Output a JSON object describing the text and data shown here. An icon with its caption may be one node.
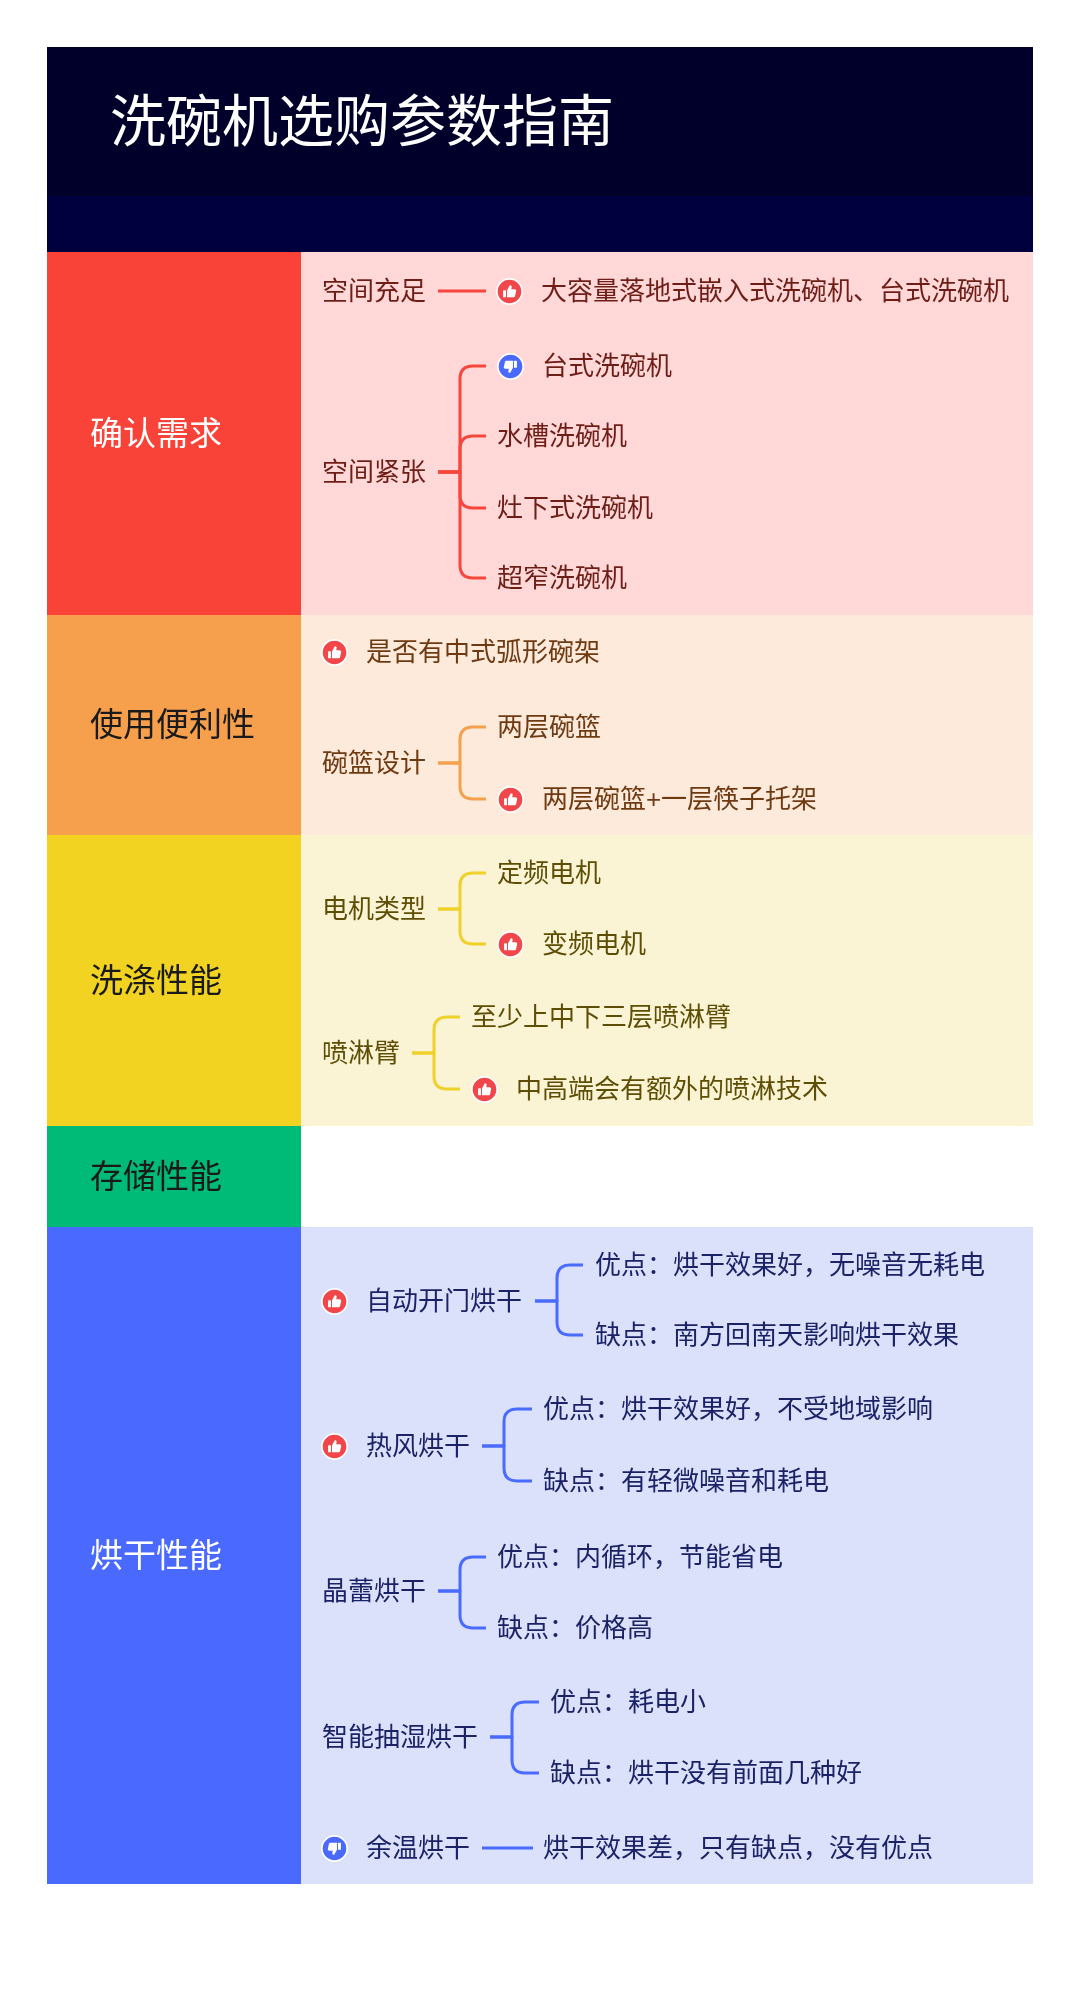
{
  "diagram": {
    "title": "洗碗机选购参数指南",
    "nodes": [
      {
        "text": [
          "确认需求"
        ]
      },
      {
        "text": [
          "空间充足"
        ],
        "in": 0
      },
      {
        "text": [
          "大容量落地式嵌入式洗碗机、台式洗碗机"
        ],
        "in": 0
      },
      {
        "text": [
          "空间紧张"
        ],
        "in": 0
      },
      {
        "text": [
          "台式洗碗机"
        ],
        "in": 0
      },
      {
        "text": [
          "水槽洗碗机"
        ],
        "in": 0
      },
      {
        "text": [
          "灶下式洗碗机"
        ],
        "in": 0
      },
      {
        "text": [
          "超窄洗碗机"
        ],
        "in": 0
      },
      {
        "text": [
          "使用便利性"
        ]
      },
      {
        "text": [
          "是否有中式弧形碗架"
        ],
        "in": 8
      },
      {
        "text": [
          "碗篮设计"
        ],
        "in": 8
      },
      {
        "text": [
          "两层碗篮"
        ],
        "in": 8
      },
      {
        "text": [
          "两层碗篮+一层筷子托架"
        ],
        "in": 8
      },
      {
        "text": [
          "洗涤性能"
        ]
      },
      {
        "text": [
          "电机类型"
        ],
        "in": 13
      },
      {
        "text": [
          "定频电机"
        ],
        "in": 13
      },
      {
        "text": [
          "变频电机"
        ],
        "in": 13
      },
      {
        "text": [
          "喷淋臂"
        ],
        "in": 13
      },
      {
        "text": [
          "至少上中下三层喷淋臂"
        ],
        "in": 13
      },
      {
        "text": [
          "中高端会有额外的喷淋技术"
        ],
        "in": 13
      },
      {
        "text": [
          "存储性能"
        ]
      },
      {
        "text": [
          "烘干性能"
        ]
      },
      {
        "text": [
          "自动开门烘干"
        ],
        "in": 21
      },
      {
        "text": [
          "优点：烘干效果好，无噪音无耗电"
        ],
        "in": 21
      },
      {
        "text": [
          "缺点：南方回南天影响烘干效果"
        ],
        "in": 21
      },
      {
        "text": [
          "热风烘干"
        ],
        "in": 21
      },
      {
        "text": [
          "优点：烘干效果好，不受地域影响"
        ],
        "in": 21
      },
      {
        "text": [
          "缺点：有轻微噪音和耗电"
        ],
        "in": 21
      },
      {
        "text": [
          "晶蕾烘干"
        ],
        "in": 21
      },
      {
        "text": [
          "优点：内循环，节能省电"
        ],
        "in": 21
      },
      {
        "text": [
          "缺点：价格高"
        ],
        "in": 21
      },
      {
        "text": [
          "智能抽湿烘干"
        ],
        "in": 21
      },
      {
        "text": [
          "优点：耗电小"
        ],
        "in": 21
      },
      {
        "text": [
          "缺点：烘干没有前面几种好"
        ],
        "in": 21
      },
      {
        "text": [
          "余温烘干"
        ],
        "in": 21
      },
      {
        "text": [
          "烘干效果差，只有缺点，没有优点"
        ],
        "in": 21
      }
    ],
    "edges": [
      {
        "from": 1,
        "to": 2,
        "arrow": "none",
        "color": "#f5473d"
      },
      {
        "from": 3,
        "to": 4,
        "arrow": "none",
        "color": "#f5473d"
      },
      {
        "from": 3,
        "to": 5,
        "arrow": "none",
        "color": "#f5473d"
      },
      {
        "from": 3,
        "to": 6,
        "arrow": "none",
        "color": "#f5473d"
      },
      {
        "from": 3,
        "to": 7,
        "arrow": "none",
        "color": "#f5473d"
      },
      {
        "from": 10,
        "to": 11,
        "arrow": "none",
        "color": "#f5a04c"
      },
      {
        "from": 10,
        "to": 12,
        "arrow": "none",
        "color": "#f5a04c"
      },
      {
        "from": 14,
        "to": 15,
        "arrow": "none",
        "color": "#f0d02a"
      },
      {
        "from": 14,
        "to": 16,
        "arrow": "none",
        "color": "#f0d02a"
      },
      {
        "from": 17,
        "to": 18,
        "arrow": "none",
        "color": "#f0d02a"
      },
      {
        "from": 17,
        "to": 19,
        "arrow": "none",
        "color": "#f0d02a"
      },
      {
        "from": 22,
        "to": 23,
        "arrow": "none"
      },
      {
        "from": 22,
        "to": 24,
        "arrow": "none"
      },
      {
        "from": 25,
        "to": 26,
        "arrow": "none"
      },
      {
        "from": 25,
        "to": 27,
        "arrow": "none"
      },
      {
        "from": 28,
        "to": 29,
        "arrow": "none"
      },
      {
        "from": 28,
        "to": 30,
        "arrow": "none"
      },
      {
        "from": 31,
        "to": 32,
        "arrow": "none"
      },
      {
        "from": 31,
        "to": 33,
        "arrow": "none"
      },
      {
        "from": 34,
        "to": 35,
        "arrow": "none"
      }
    ]
  }
}
